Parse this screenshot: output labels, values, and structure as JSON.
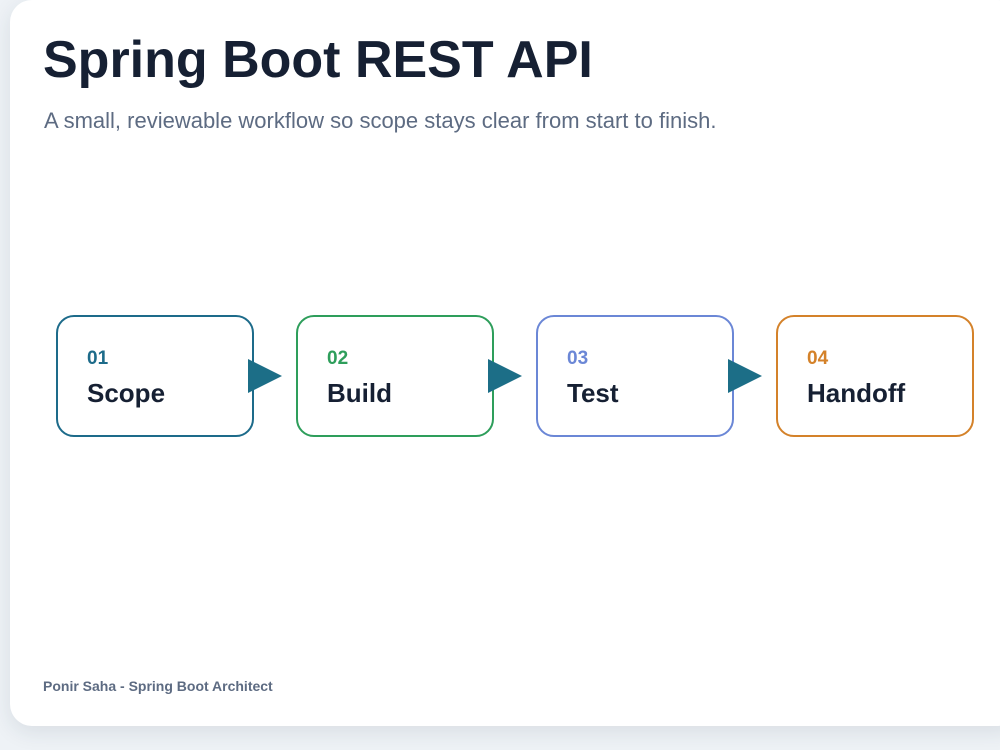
{
  "header": {
    "title": "Spring Boot REST API",
    "subtitle": "A small, reviewable workflow so scope stays clear from start to finish."
  },
  "steps": [
    {
      "number": "01",
      "label": "Scope",
      "color": "#1d6b8a"
    },
    {
      "number": "02",
      "label": "Build",
      "color": "#2e9e5b"
    },
    {
      "number": "03",
      "label": "Test",
      "color": "#6b87d6"
    },
    {
      "number": "04",
      "label": "Handoff",
      "color": "#d4822a"
    }
  ],
  "arrow_color": "#1c6e87",
  "footer": {
    "credit": "Ponir Saha - Spring Boot Architect"
  }
}
